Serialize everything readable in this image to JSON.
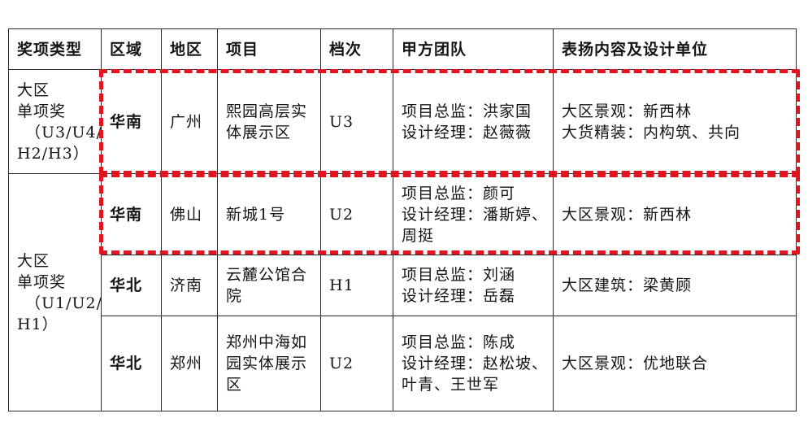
{
  "table": {
    "headers": [
      "奖项类型",
      "区域",
      "地区",
      "项目",
      "档次",
      "甲方团队",
      "表扬内容及设计单位"
    ],
    "categories": [
      {
        "lines": [
          "大区",
          "单项奖",
          "（U3/U4/",
          "H2/H3）"
        ]
      },
      {
        "lines": [
          "大区",
          "单项奖",
          "（U1/U2/",
          "H1）"
        ]
      }
    ],
    "rows": [
      {
        "region": "华南",
        "area": "广州",
        "project": "熙园高层实体展示区",
        "grade": "U3",
        "team": [
          "项目总监：洪家国",
          "设计经理：赵薇薇"
        ],
        "praise": [
          "大区景观：新西林",
          "大货精装：内构筑、共向"
        ]
      },
      {
        "region": "华南",
        "area": "佛山",
        "project": "新城1号",
        "grade": "U2",
        "team": [
          "项目总监：颜可",
          "设计经理：潘斯婷、周挺"
        ],
        "praise": [
          "大区景观：新西林"
        ]
      },
      {
        "region": "华北",
        "area": "济南",
        "project": "云麓公馆合院",
        "grade": "H1",
        "team": [
          "项目总监：刘涵",
          "设计经理：岳磊"
        ],
        "praise": [
          "大区建筑：梁黄顾"
        ]
      },
      {
        "region": "华北",
        "area": "郑州",
        "project": "郑州中海如园实体展示区",
        "grade": "U2",
        "team": [
          "项目总监：陈成",
          "设计经理：赵松坡、叶青、王世军"
        ],
        "praise": [
          "大区景观：优地联合"
        ]
      }
    ]
  },
  "highlight": {
    "color": "#e0151f",
    "style": "dashed"
  }
}
